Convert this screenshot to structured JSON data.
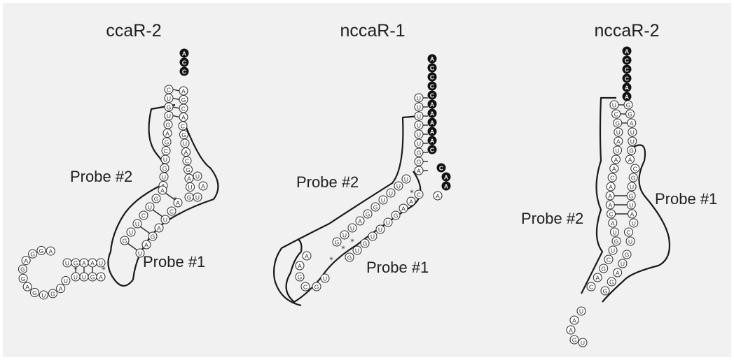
{
  "panels": [
    {
      "title": "ccaR-2",
      "probe_a": "Probe #2",
      "probe_b": "Probe #1",
      "tail": [
        "A",
        "C",
        "C"
      ],
      "stem_left": [
        "C",
        "U",
        "G",
        "U",
        "G",
        "A",
        "G",
        "C",
        "U",
        "G",
        "U",
        "A"
      ],
      "stem_right": [
        "A",
        "G",
        "C",
        "A",
        "C",
        "G",
        "U",
        "A",
        "C",
        "G",
        "A",
        "U"
      ],
      "loop_top": [
        "U",
        "A",
        "U",
        "G"
      ],
      "mid_left": [
        "A",
        "G",
        "U",
        "C",
        "U",
        "U",
        "G"
      ],
      "mid_right": [
        "A",
        "C",
        "U",
        "A",
        "G",
        "A",
        "U"
      ],
      "hairpin": [
        "A",
        "G",
        "G",
        "A",
        "G",
        "G",
        "A",
        "G",
        "U",
        "G",
        "A",
        "U"
      ],
      "bulge": [
        "U",
        "G",
        "A",
        "A",
        "U",
        "U",
        "U",
        "G",
        "A"
      ]
    },
    {
      "title": "nccaR-1",
      "probe_a": "Probe #2",
      "probe_b": "Probe #1",
      "tail": [
        "A",
        "C",
        "C",
        "C",
        "C",
        "A",
        "A",
        "A",
        "A",
        "A",
        "C",
        "C",
        "A",
        "A",
        "A"
      ],
      "stem_left": [
        "U",
        "U",
        "U",
        "U",
        "U",
        "U",
        "G",
        "G",
        "A",
        "U",
        "U",
        "G"
      ],
      "stem_right": [
        "C",
        "A",
        "A",
        "G",
        "U",
        "U",
        "U",
        "G",
        "U",
        "G"
      ],
      "loop": [
        "A",
        "A",
        "G",
        "C",
        "G",
        "U"
      ]
    },
    {
      "title": "nccaR-2",
      "probe_a": "Probe #2",
      "probe_b": "Probe #1",
      "tail": [
        "A",
        "C",
        "C",
        "C",
        "A",
        "A"
      ],
      "stem_left": [
        "U",
        "C",
        "G",
        "U",
        "A",
        "U",
        "A",
        "A",
        "C",
        "A",
        "A",
        "A",
        "C",
        "A",
        "U",
        "G",
        "U",
        "C",
        "G",
        "A",
        "C"
      ],
      "stem_right": [
        "G",
        "G",
        "A",
        "U",
        "U",
        "G",
        "A",
        "C",
        "G",
        "U",
        "G",
        "U",
        "A",
        "U",
        "C",
        "U",
        "G",
        "U",
        "A",
        "G",
        "G"
      ],
      "loop": [
        "U",
        "A",
        "A",
        "G",
        "U"
      ]
    }
  ]
}
